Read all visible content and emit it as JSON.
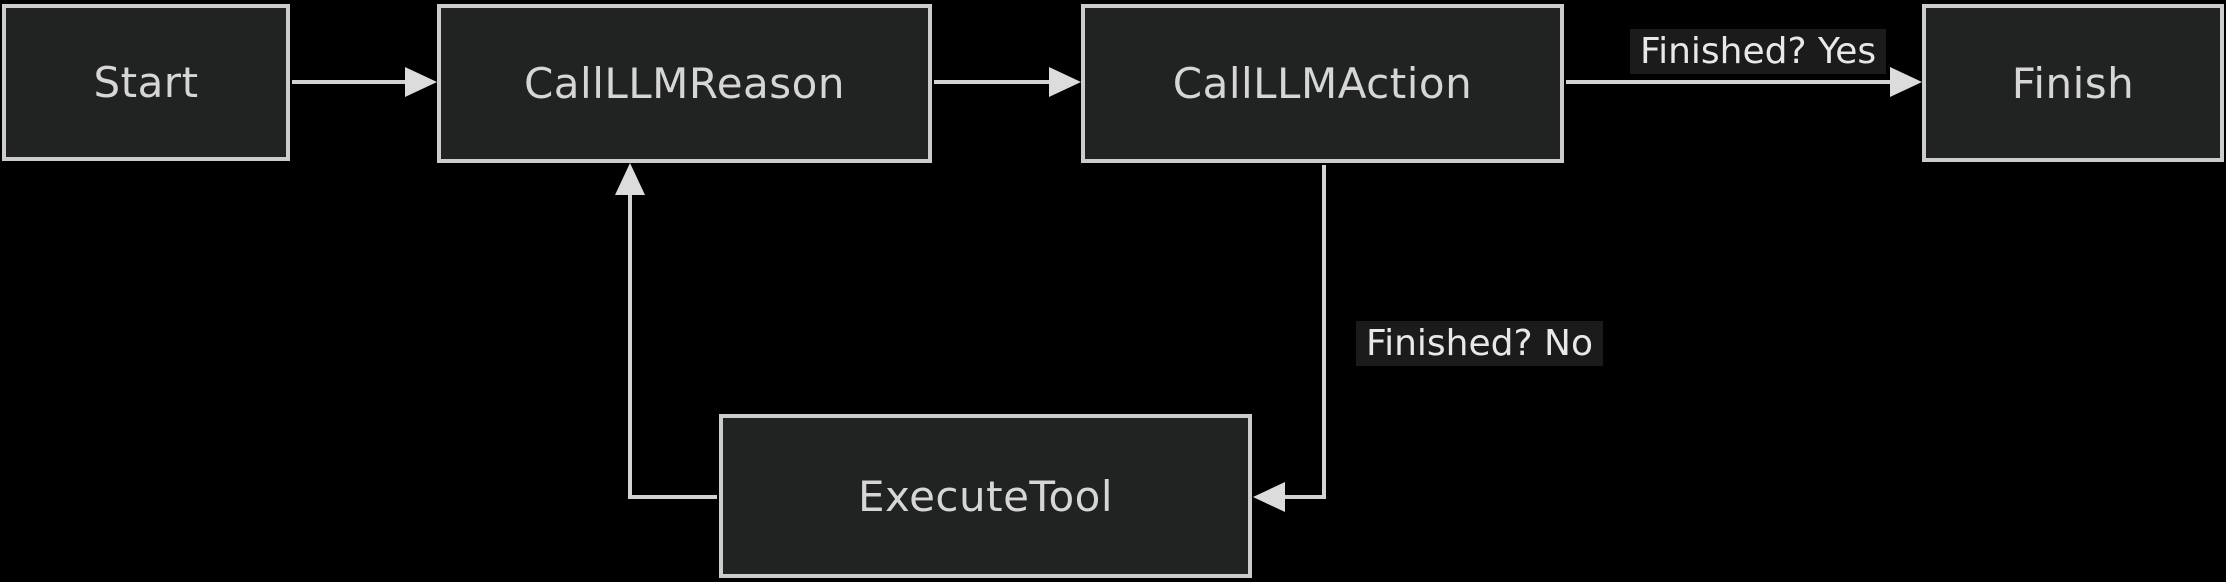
{
  "diagram": {
    "type": "flowchart",
    "background_color": "#000000",
    "node_fill_color": "#212222",
    "node_border_color": "#cccccc",
    "node_text_color": "#d6d6d6",
    "edge_line_color": "#d3d3d3",
    "edge_label_background_color": "#1b1b1b",
    "edge_label_text_color": "#e8e8e8",
    "nodes": [
      {
        "id": "start",
        "label": "Start"
      },
      {
        "id": "call-llm-reason",
        "label": "CallLLMReason"
      },
      {
        "id": "call-llm-action",
        "label": "CallLLMAction"
      },
      {
        "id": "finish",
        "label": "Finish"
      },
      {
        "id": "execute-tool",
        "label": "ExecuteTool"
      }
    ],
    "edges": [
      {
        "from": "Start",
        "to": "CallLLMReason",
        "label": ""
      },
      {
        "from": "CallLLMReason",
        "to": "CallLLMAction",
        "label": ""
      },
      {
        "from": "CallLLMAction",
        "to": "Finish",
        "label": "Finished? Yes"
      },
      {
        "from": "CallLLMAction",
        "to": "ExecuteTool",
        "label": "Finished? No"
      },
      {
        "from": "ExecuteTool",
        "to": "CallLLMReason",
        "label": ""
      }
    ]
  }
}
